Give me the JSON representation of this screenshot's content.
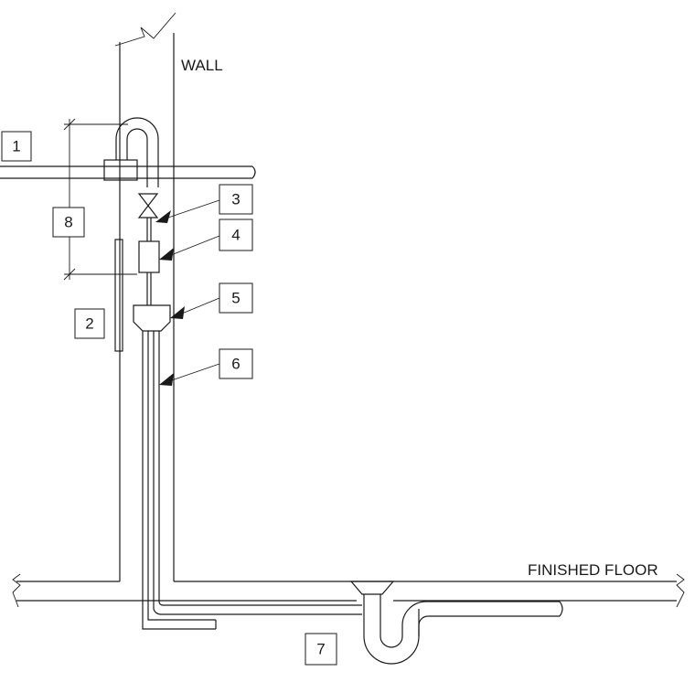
{
  "labels": {
    "wall": "WALL",
    "finished_floor": "FINISHED FLOOR"
  },
  "callouts": [
    "1",
    "2",
    "3",
    "4",
    "5",
    "6",
    "7",
    "8"
  ]
}
